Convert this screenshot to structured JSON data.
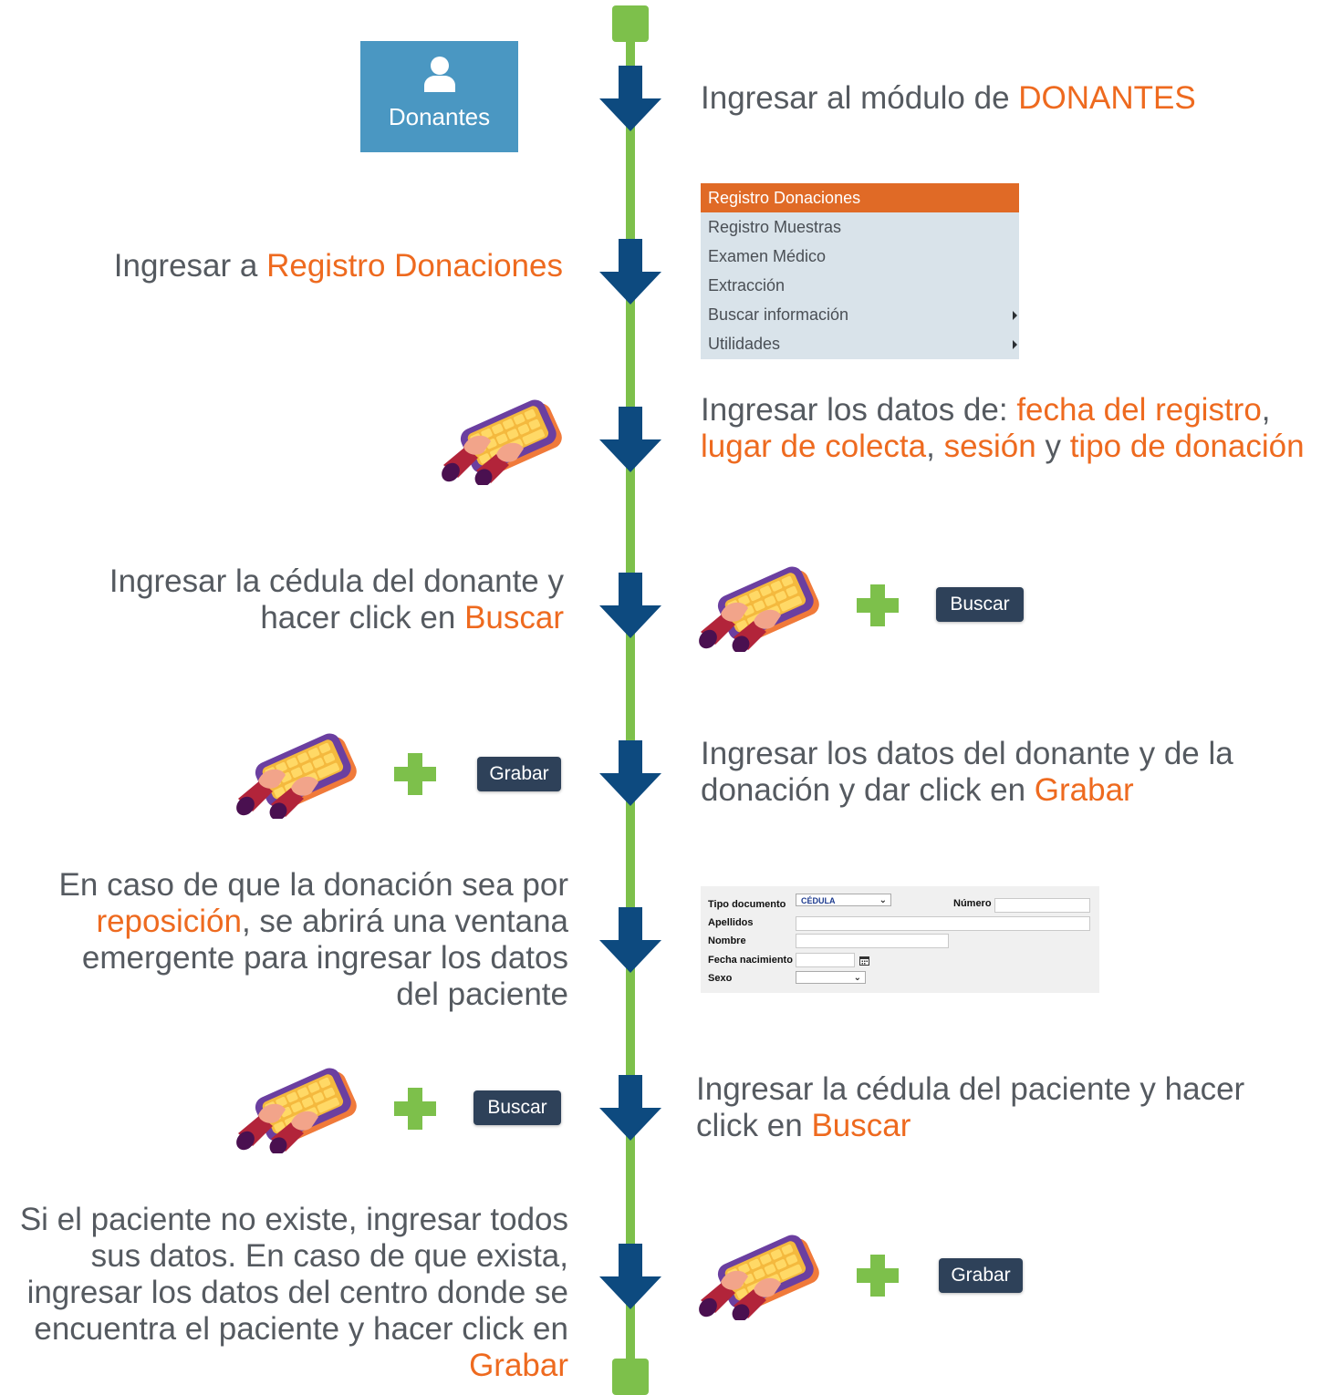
{
  "tile": {
    "label": "Donantes",
    "icon": "user-icon"
  },
  "colors": {
    "timeline": "#7dc04b",
    "arrow": "#0d4a7f",
    "highlight": "#ee6a1f",
    "text": "#555a60",
    "button": "#2e4159"
  },
  "steps": {
    "s1": [
      "Ingresar al módulo de ",
      "DONANTES"
    ],
    "s2": [
      "Ingresar a ",
      "Registro Donaciones"
    ],
    "s3": [
      "Ingresar los datos de: ",
      "fecha del registro",
      ", ",
      "lugar de colecta",
      ", ",
      "sesión",
      " y ",
      "tipo de donación"
    ],
    "s4": [
      "Ingresar la cédula del donante y hacer click en ",
      "Buscar"
    ],
    "s5": [
      "Ingresar los datos del donante y de la donación y dar click en ",
      "Grabar"
    ],
    "s6": [
      "En caso de que la donación sea por ",
      "reposición",
      ", se abrirá una ventana emergente para ingresar los datos del paciente"
    ],
    "s7": [
      "Ingresar la cédula del paciente y hacer click en ",
      "Buscar"
    ],
    "s8": [
      "Si el paciente no existe, ingresar todos sus datos. En caso de que exista, ingresar los datos del centro donde se encuentra el paciente y hacer click en ",
      "Grabar"
    ]
  },
  "menu": {
    "items": [
      {
        "label": "Registro Donaciones"
      },
      {
        "label": "Registro Muestras"
      },
      {
        "label": "Examen Médico"
      },
      {
        "label": "Extracción"
      },
      {
        "label": "Buscar información"
      },
      {
        "label": "Utilidades"
      }
    ]
  },
  "buttons": {
    "buscar": "Buscar",
    "grabar": "Grabar"
  },
  "form": {
    "tipo_documento_label": "Tipo documento",
    "tipo_documento_value": "CÉDULA",
    "numero_label": "Número",
    "apellidos_label": "Apellidos",
    "nombre_label": "Nombre",
    "fecha_label": "Fecha nacimiento",
    "sexo_label": "Sexo"
  }
}
